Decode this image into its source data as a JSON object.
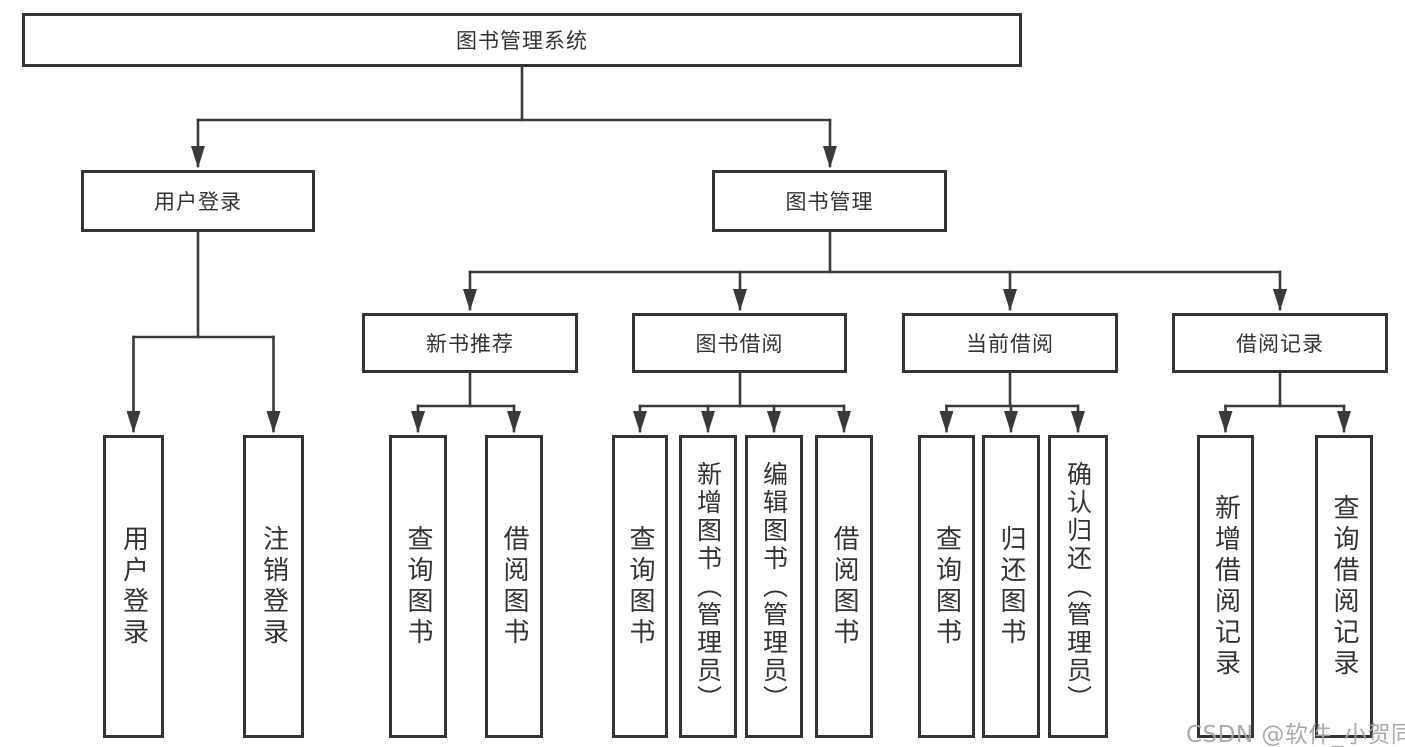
{
  "diagram": {
    "root": "图书管理系统",
    "level2": [
      {
        "label": "用户登录",
        "leaves": [
          "用户登录",
          "注销登录"
        ]
      },
      {
        "label": "图书管理",
        "groups": [
          {
            "label": "新书推荐",
            "leaves": [
              "查询图书",
              "借阅图书"
            ]
          },
          {
            "label": "图书借阅",
            "leaves": [
              "查询图书",
              "新增图书（管理员）",
              "编辑图书（管理员）",
              "借阅图书"
            ]
          },
          {
            "label": "当前借阅",
            "leaves": [
              "查询图书",
              "归还图书",
              "确认归还（管理员）"
            ]
          },
          {
            "label": "借阅记录",
            "leaves": [
              "新增借阅记录",
              "查询借阅记录"
            ]
          }
        ]
      }
    ],
    "watermark": "CSDN @软件_小贺同学",
    "colors": {
      "line": "#3a3a3a",
      "box_border": "#343434",
      "text": "#333333",
      "watermark": "#a4a4a4",
      "background": "#ffffff"
    }
  }
}
